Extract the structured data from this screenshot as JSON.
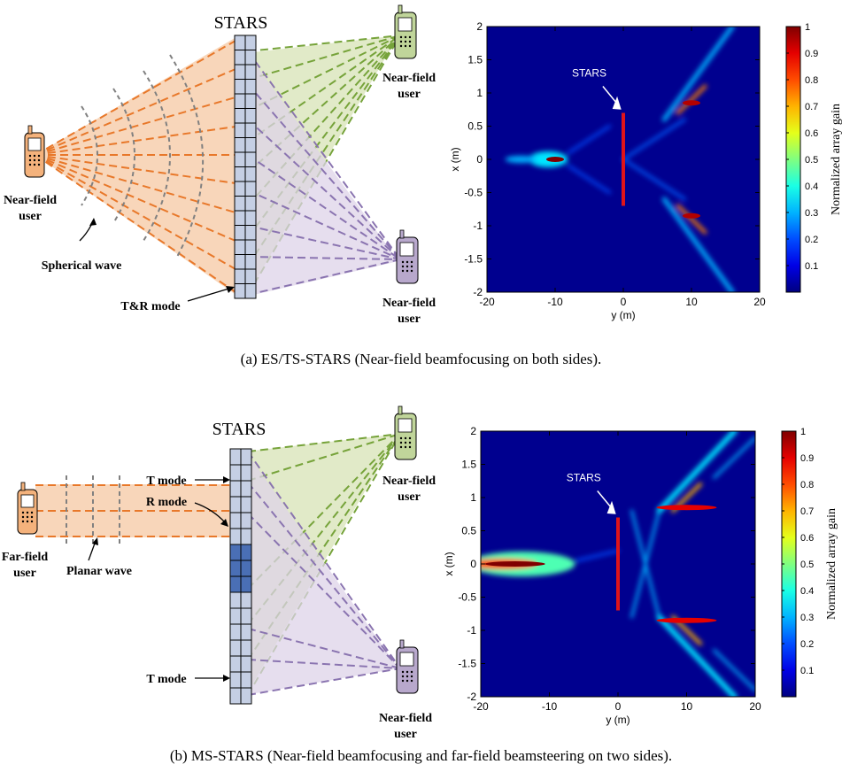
{
  "panels": [
    {
      "caption": "(a) ES/TS-STARS (Near-field beamfocusing on both sides).",
      "diagram": {
        "surface_label": "STARS",
        "source_user": "Near-field user",
        "top_user": "Near-field user",
        "bottom_user": "Near-field user",
        "wave_label": "Spherical wave",
        "mode_labels": [
          "T&R mode"
        ]
      },
      "heatmap": {
        "stars_label": "STARS",
        "xlabel": "y (m)",
        "ylabel": "x (m)",
        "colorbar_label": "Normalized array gain"
      }
    },
    {
      "caption": "(b) MS-STARS (Near-field beamfocusing and far-field beamsteering on two sides).",
      "diagram": {
        "surface_label": "STARS",
        "source_user": "Far-field user",
        "top_user": "Near-field user",
        "bottom_user": "Near-field user",
        "wave_label": "Planar wave",
        "mode_labels": [
          "T mode",
          "R mode",
          "T mode"
        ]
      },
      "heatmap": {
        "stars_label": "STARS",
        "xlabel": "y (m)",
        "ylabel": "x (m)",
        "colorbar_label": "Normalized array gain"
      }
    }
  ],
  "chart_data": [
    {
      "type": "heatmap",
      "xlabel": "y (m)",
      "ylabel": "x (m)",
      "xlim": [
        -20,
        20
      ],
      "ylim": [
        -2,
        2
      ],
      "xticks": [
        "-20",
        "-10",
        "0",
        "10",
        "20"
      ],
      "yticks": [
        "2",
        "1.5",
        "1",
        "0.5",
        "0",
        "-0.5",
        "-1",
        "-1.5",
        "-2"
      ],
      "colorbar_label": "Normalized array gain",
      "colorbar_ticks": [
        "1",
        "0.9",
        "0.8",
        "0.7",
        "0.6",
        "0.5",
        "0.4",
        "0.3",
        "0.2",
        "0.1"
      ],
      "colorbar_range": [
        0,
        1
      ],
      "annotation": "STARS",
      "stars_segment": {
        "y": 0,
        "x_range": [
          -0.7,
          0.7
        ]
      },
      "focal_points": [
        {
          "y": -10,
          "x": 0,
          "gain": 1.0
        },
        {
          "y": 10,
          "x": 0.85,
          "gain": 0.95
        },
        {
          "y": 10,
          "x": -0.85,
          "gain": 0.95
        }
      ]
    },
    {
      "type": "heatmap",
      "xlabel": "y (m)",
      "ylabel": "x (m)",
      "xlim": [
        -20,
        20
      ],
      "ylim": [
        -2,
        2
      ],
      "xticks": [
        "-20",
        "-10",
        "0",
        "10",
        "20"
      ],
      "yticks": [
        "2",
        "1.5",
        "1",
        "0.5",
        "0",
        "-0.5",
        "-1",
        "-1.5",
        "-2"
      ],
      "colorbar_label": "Normalized array gain",
      "colorbar_ticks": [
        "1",
        "0.9",
        "0.8",
        "0.7",
        "0.6",
        "0.5",
        "0.4",
        "0.3",
        "0.2",
        "0.1"
      ],
      "colorbar_range": [
        0,
        1
      ],
      "annotation": "STARS",
      "stars_segment": {
        "y": 0,
        "x_range": [
          -0.7,
          0.7
        ]
      },
      "focal_points": [
        {
          "y": -15,
          "x": 0,
          "gain": 1.0
        },
        {
          "y": 10,
          "x": 0.85,
          "gain": 0.9
        },
        {
          "y": 10,
          "x": -0.85,
          "gain": 0.9
        }
      ]
    }
  ],
  "colors": {
    "source_beam": "#f0a060",
    "top_beam": "#8fab4f",
    "bottom_beam": "#9a86b8",
    "surface_cell": "#c5cfe4",
    "r_mode_cell": "#4a6fb5",
    "stars_line": "#e0141a",
    "heat_background": "#00008f"
  }
}
